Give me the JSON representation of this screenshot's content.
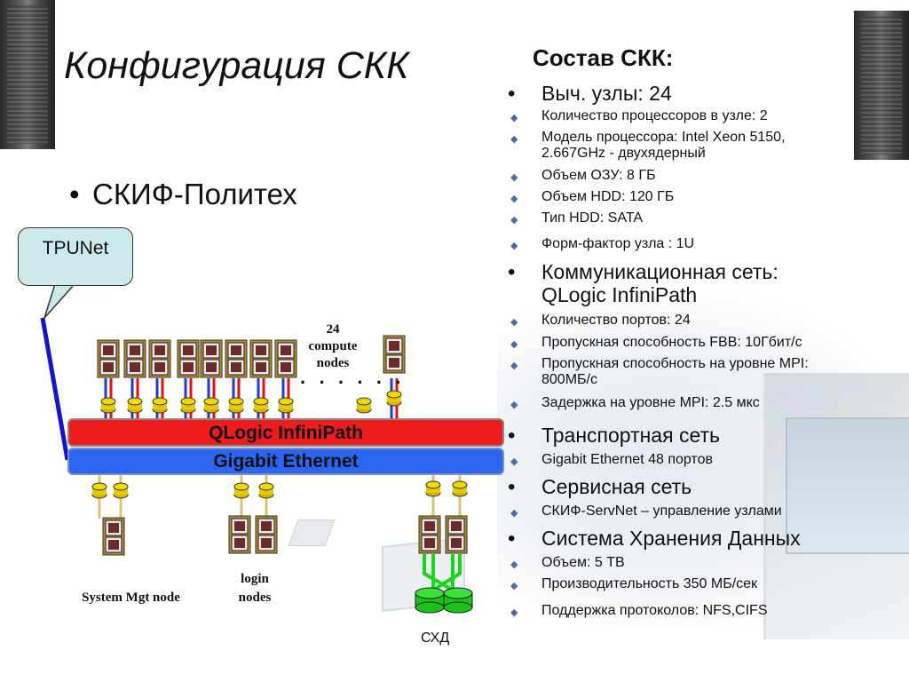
{
  "title": "Конфигурация СКК",
  "left_bullet": {
    "marker": "•",
    "text": "СКИФ-Политех"
  },
  "callout": {
    "label": "TPUNet"
  },
  "diagram": {
    "compute_label_num": "24",
    "compute_label_l1": "compute",
    "compute_label_l2": "nodes",
    "ellipsis": "· · · · · ·",
    "infinipath_bar": "QLogic InfiniPath",
    "ethernet_bar": "Gigabit Ethernet",
    "mgt_label": "System Mgt node",
    "login_label_l1": "login",
    "login_label_l2": "nodes",
    "storage_label": "СХД"
  },
  "right": {
    "heading": "Состав СКК:",
    "items": [
      {
        "level": "big",
        "marker": "•",
        "lines": [
          "Выч. узлы: 24"
        ]
      },
      {
        "level": "small",
        "marker": "◆",
        "lines": [
          "Количество процессоров в узле: 2"
        ]
      },
      {
        "level": "small",
        "marker": "◆",
        "lines": [
          "Модель процессора: Intel Xeon 5150,",
          "2.667GHz  - двухядерный"
        ]
      },
      {
        "level": "small",
        "marker": "◆",
        "lines": [
          "Объем ОЗУ: 8 ГБ"
        ]
      },
      {
        "level": "small",
        "marker": "◆",
        "lines": [
          "Объем HDD: 120 ГБ"
        ]
      },
      {
        "level": "small",
        "marker": "◆",
        "lines": [
          "Тип HDD: SATA"
        ]
      },
      {
        "level": "small",
        "marker": "◆",
        "lines": [
          "Форм-фактор узла : 1U"
        ]
      },
      {
        "level": "big",
        "marker": "•",
        "lines": [
          "Коммуникационная сеть:",
          "QLogic InfiniPath"
        ]
      },
      {
        "level": "small",
        "marker": "◆",
        "lines": [
          "Количество портов: 24"
        ]
      },
      {
        "level": "small",
        "marker": "◆",
        "lines": [
          "Пропускная способность FBB: 10Гбит/с"
        ]
      },
      {
        "level": "small",
        "marker": "◆",
        "lines": [
          "Пропускная способность на уровне MPI:",
          "800МБ/с"
        ]
      },
      {
        "level": "small",
        "marker": "◆",
        "lines": [
          "Задержка на уровне MPI: 2.5 мкс"
        ]
      },
      {
        "level": "big",
        "marker": "•",
        "lines": [
          "Транспортная сеть"
        ]
      },
      {
        "level": "small",
        "marker": "◆",
        "lines": [
          "Gigabit Ethernet 48 портов"
        ]
      },
      {
        "level": "big",
        "marker": "•",
        "lines": [
          "Сервисная сеть"
        ]
      },
      {
        "level": "small",
        "marker": "◆",
        "lines": [
          " СКИФ-ServNet – управление узлами"
        ]
      },
      {
        "level": "big",
        "marker": "•",
        "lines": [
          "Система Хранения Данных"
        ]
      },
      {
        "level": "small",
        "marker": "◆",
        "lines": [
          " Объем: 5 ТВ"
        ]
      },
      {
        "level": "small",
        "marker": "◆",
        "lines": [
          "Производительность 350 МБ/сек"
        ]
      },
      {
        "level": "small",
        "marker": "◆",
        "lines": [
          "Поддержка протоколов: NFS,CIFS"
        ]
      }
    ]
  }
}
